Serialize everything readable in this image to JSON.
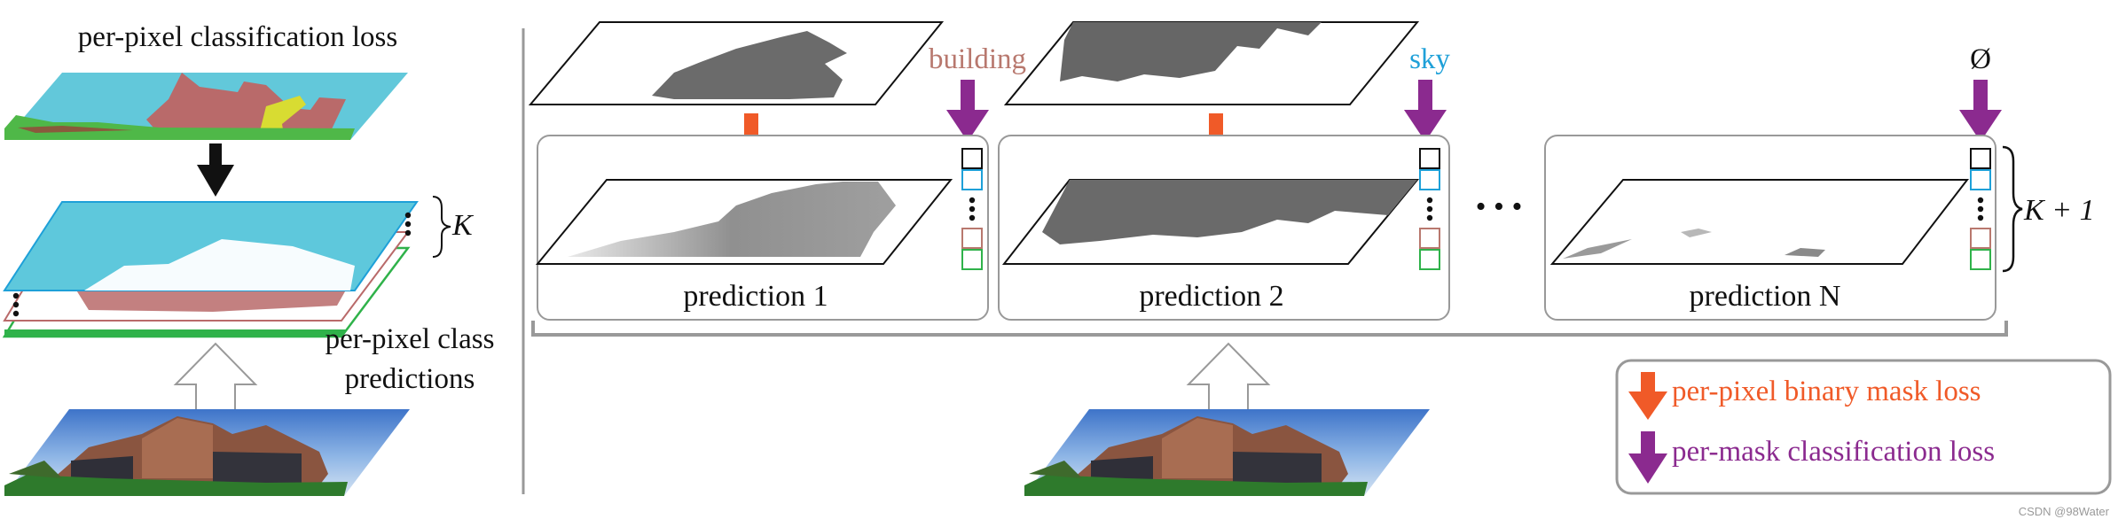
{
  "left": {
    "title": "per-pixel classification loss",
    "k_label": "K",
    "class_predictions_line1": "per-pixel class",
    "class_predictions_line2": "predictions"
  },
  "right": {
    "class_labels": [
      "building",
      "sky",
      "Ø"
    ],
    "predictions": [
      "prediction 1",
      "prediction 2",
      "prediction N"
    ],
    "k_plus_one": "K + 1",
    "ellipsis": "• • •"
  },
  "legend": {
    "binary_mask_loss": "per-pixel binary mask loss",
    "mask_classification_loss": "per-mask classification loss"
  },
  "watermark": "CSDN @98Water",
  "colors": {
    "orange": "#f05a28",
    "purple": "#8b2a8f",
    "building": "#b8786e",
    "sky": "#1ea0d8",
    "cyan_fill": "#5ec8dc",
    "brown_fill": "#b96a6a",
    "green": "#2fb24a",
    "grey": "#999999"
  }
}
